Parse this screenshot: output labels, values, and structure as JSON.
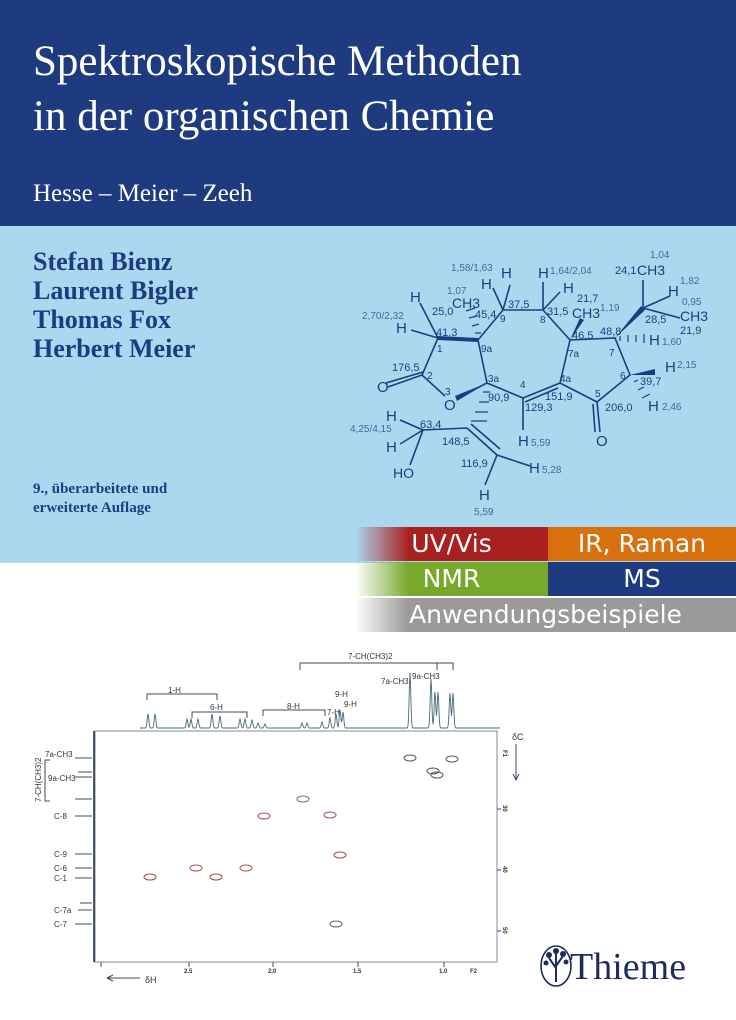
{
  "cover": {
    "title_line1": "Spektroskopische Methoden",
    "title_line2": "in der organischen Chemie",
    "subtitle": "Hesse – Meier – Zeeh",
    "authors": [
      "Stefan Bienz",
      "Laurent Bigler",
      "Thomas Fox",
      "Herbert Meier"
    ],
    "edition_line1": "9., überarbeitete und",
    "edition_line2": "erweiterte Auflage",
    "publisher": "Thieme"
  },
  "topics": {
    "uvvis": {
      "label": "UV/Vis",
      "color": "#a8201f"
    },
    "ir": {
      "label": "IR, Raman",
      "color": "#d9700e"
    },
    "nmr": {
      "label": "NMR",
      "color": "#76a829"
    },
    "ms": {
      "label": "MS",
      "color": "#1f3b80"
    },
    "examples": {
      "label": "Anwendungsbeispiele",
      "color": "#9a9a9a"
    }
  },
  "molecule": {
    "labels": [
      "H",
      "2,70/2,32",
      "H",
      "41,3",
      "1",
      "25,0",
      "1,07",
      "CH3",
      "45,4",
      "9a",
      "176,5",
      "2",
      "O",
      "3",
      "O",
      "3a",
      "90,9",
      "1,58/1,63",
      "H",
      "H",
      "37,5",
      "9",
      "H",
      "1,64/2,04",
      "H",
      "31,5",
      "8",
      "21,7",
      "CH3",
      "1,19",
      "46,5",
      "7a",
      "4",
      "4a",
      "151,9",
      "129,3",
      "H",
      "5,59",
      "5",
      "206,0",
      "O",
      "6",
      "39,7",
      "H",
      "2,15",
      "H",
      "2,46",
      "7",
      "48,8",
      "H",
      "1,60",
      "28,5",
      "24,1",
      "CH3",
      "1,04",
      "H",
      "1,82",
      "0,95",
      "CH3",
      "21,9",
      "H",
      "4,25/4,15",
      "63,4",
      "H",
      "HO",
      "148,5",
      "116,9",
      "H",
      "5,28",
      "H",
      "5,59"
    ]
  },
  "spectrum": {
    "top_labels": [
      "7-CH(CH3)2",
      "7a-CH3",
      "9a-CH3",
      "1-H",
      "6-H",
      "8-H",
      "9-H",
      "9-H",
      "7-H"
    ],
    "left_labels": [
      "7a-CH3",
      "9a-CH3",
      "7-CH(CH3)2",
      "C-8",
      "C-9",
      "C-6",
      "C-1",
      "C-7a",
      "C-7"
    ],
    "x_ticks": [
      "2.5",
      "2.0",
      "1.5",
      "1.0",
      "F2"
    ],
    "y_ticks": [
      "F1",
      "30",
      "40",
      "50"
    ],
    "x_axis_label": "δH",
    "y_axis_label": "δC"
  }
}
